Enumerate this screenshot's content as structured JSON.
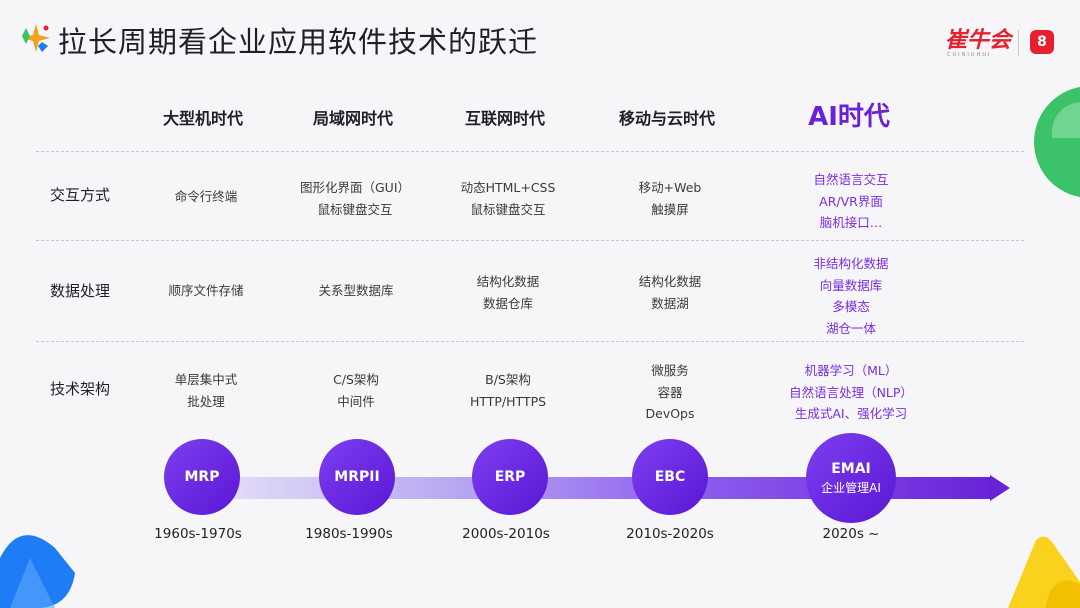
{
  "slide": {
    "title": "拉长周期看企业应用软件技术的跃迁",
    "brand": {
      "name": "崔牛会",
      "sub": "CUINIUHUI",
      "badge": "8"
    }
  },
  "eras": [
    {
      "name": "大型机时代",
      "node": "MRP",
      "node_sub": "",
      "period": "1960s-1970s"
    },
    {
      "name": "局域网时代",
      "node": "MRPII",
      "node_sub": "",
      "period": "1980s-1990s"
    },
    {
      "name": "互联网时代",
      "node": "ERP",
      "node_sub": "",
      "period": "2000s-2010s"
    },
    {
      "name": "移动与云时代",
      "node": "EBC",
      "node_sub": "",
      "period": "2010s-2020s"
    },
    {
      "name": "AI时代",
      "node": "EMAI",
      "node_sub": "企业管理AI",
      "period": "2020s ~"
    }
  ],
  "rows": [
    {
      "label": "交互方式",
      "cells": [
        [
          "命令行终端"
        ],
        [
          "图形化界面（GUI）",
          "鼠标键盘交互"
        ],
        [
          "动态HTML+CSS",
          "鼠标键盘交互"
        ],
        [
          "移动+Web",
          "触摸屏"
        ],
        [
          "自然语言交互",
          "AR/VR界面",
          "脑机接口…"
        ]
      ]
    },
    {
      "label": "数据处理",
      "cells": [
        [
          "顺序文件存储"
        ],
        [
          "关系型数据库"
        ],
        [
          "结构化数据",
          "数据仓库"
        ],
        [
          "结构化数据",
          "数据湖"
        ],
        [
          "非结构化数据",
          "向量数据库",
          "多模态",
          "湖仓一体"
        ]
      ]
    },
    {
      "label": "技术架构",
      "cells": [
        [
          "单层集中式",
          "批处理"
        ],
        [
          "C/S架构",
          "中间件"
        ],
        [
          "B/S架构",
          "HTTP/HTTPS"
        ],
        [
          "微服务",
          "容器",
          "DevOps"
        ],
        [
          "机器学习（ML）",
          "自然语言处理（NLP）",
          "生成式AI、强化学习"
        ]
      ]
    }
  ],
  "colors": {
    "accent": "#6a22d8",
    "ai_text": "#7a2ee0",
    "brand": "#e6202e"
  }
}
